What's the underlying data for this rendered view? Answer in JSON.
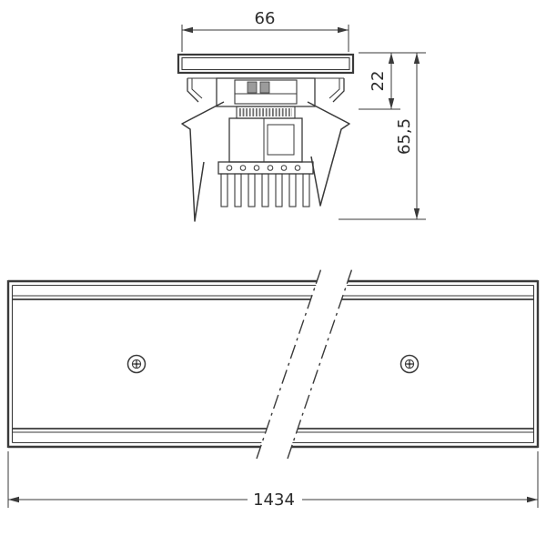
{
  "drawing": {
    "kind": "technical-dimension-drawing",
    "dimensions": {
      "width_top": "66",
      "recess_depth": "22",
      "total_height": "65,5",
      "length": "1434"
    },
    "colors": {
      "line": "#3a3a3a",
      "text": "#2b2b2b",
      "background": "#ffffff"
    }
  }
}
